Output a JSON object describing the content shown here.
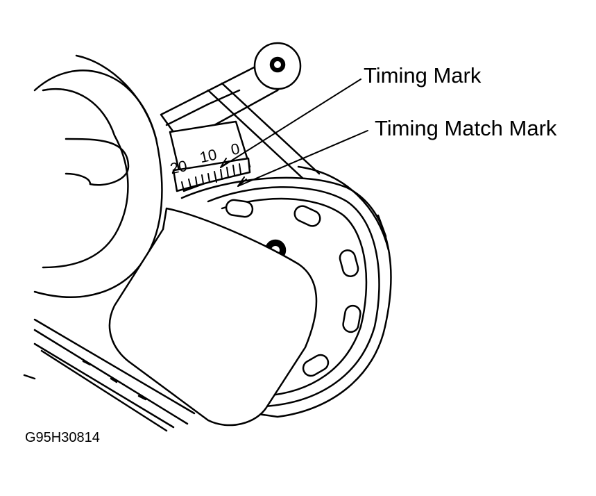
{
  "callouts": {
    "timing_mark": "Timing Mark",
    "timing_match_mark": "Timing Match Mark"
  },
  "scale": {
    "labels": [
      "20",
      "10",
      "0"
    ]
  },
  "figure_id": "G95H30814",
  "colors": {
    "ink": "#000000",
    "paper": "#ffffff"
  }
}
